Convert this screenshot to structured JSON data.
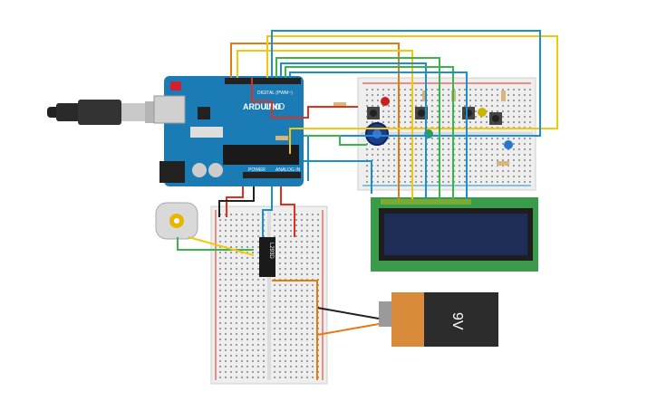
{
  "arduino": {
    "brand_text": "ARDUINO",
    "model_text": "UNO",
    "digital_header": "DIGITAL (PWM~)",
    "power_header": "POWER",
    "analog_header": "ANALOG IN"
  },
  "motor_driver": {
    "label": "L293D"
  },
  "battery": {
    "label": "9V"
  },
  "lcd": {
    "label": ""
  },
  "colors": {
    "arduino_board": "#1a7bb5",
    "breadboard": "#eeeeee",
    "lcd_pcb": "#3a9b4b",
    "lcd_screen": "#1e2d57",
    "battery_body": "#2c2c2c",
    "battery_cap": "#d98a3a",
    "wire_red": "#e03020",
    "wire_black": "#222222",
    "wire_yellow": "#f2c80f",
    "wire_blue": "#1c8fd0",
    "wire_green": "#39b54a",
    "wire_orange": "#e07d10"
  },
  "icons": [
    "usb-cable-icon",
    "dc-motor-icon",
    "potentiometer-icon",
    "led-icon",
    "pushbutton-icon",
    "resistor-icon",
    "battery-icon"
  ]
}
